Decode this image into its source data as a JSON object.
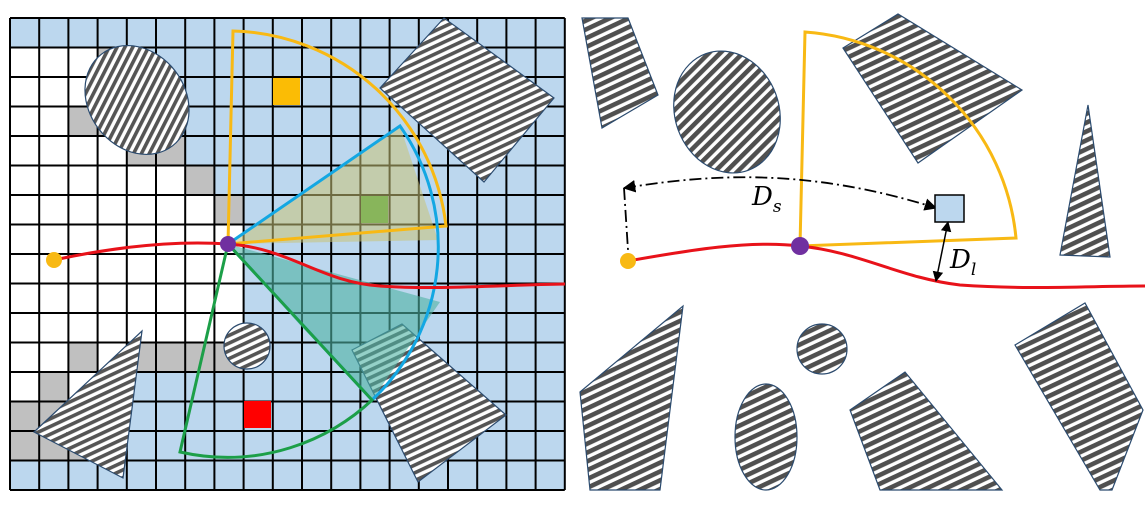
{
  "labels": {
    "ds_main": "D",
    "ds_sub": "s",
    "dl_main": "D",
    "dl_sub": "l"
  },
  "colors": {
    "grid_fill": "#bcd7ee",
    "free_cell": "#ffffff",
    "gray_cell": "#c0c0c0",
    "grid_line": "#000000",
    "obstacle_fill": "#5a5a5a",
    "path_red": "#e8121a",
    "sector_yellow": "#f8b914",
    "sector_blue": "#13a7e3",
    "sector_green": "#1c9f48",
    "start_dot": "#f8b914",
    "robot_dot": "#7030a0",
    "goal_yellow_cell": "#fbbc05",
    "goal_green_cell": "#3aa53a",
    "goal_red_cell": "#ff0000",
    "overlay_olive": "#c9c276",
    "overlay_teal": "#4fb3a3",
    "target_box": "#bcd7ee"
  }
}
